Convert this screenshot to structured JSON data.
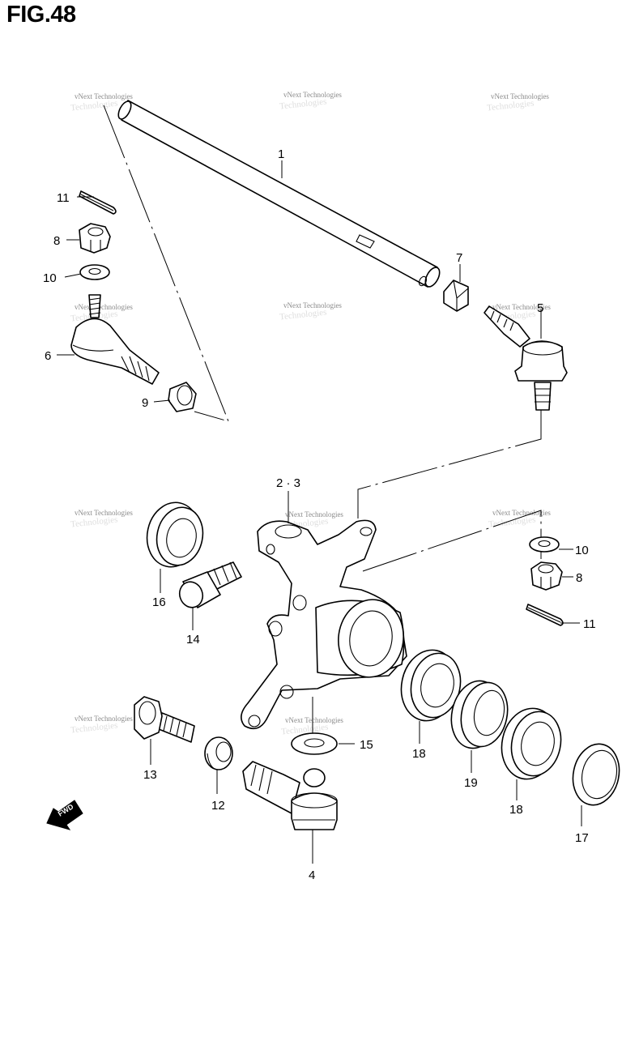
{
  "figure": {
    "title": "FIG.48"
  },
  "watermark": {
    "text": "vNext Technologies"
  },
  "direction_marker": {
    "label": "FWD",
    "icon": "fwd-arrow-icon"
  },
  "callouts": [
    {
      "id": "c1",
      "label": "1"
    },
    {
      "id": "c23",
      "label": "2 · 3"
    },
    {
      "id": "c4",
      "label": "4"
    },
    {
      "id": "c5",
      "label": "5"
    },
    {
      "id": "c6",
      "label": "6"
    },
    {
      "id": "c7",
      "label": "7"
    },
    {
      "id": "c8a",
      "label": "8"
    },
    {
      "id": "c8b",
      "label": "8"
    },
    {
      "id": "c9",
      "label": "9"
    },
    {
      "id": "c10a",
      "label": "10"
    },
    {
      "id": "c10b",
      "label": "10"
    },
    {
      "id": "c11a",
      "label": "11"
    },
    {
      "id": "c11b",
      "label": "11"
    },
    {
      "id": "c12",
      "label": "12"
    },
    {
      "id": "c13",
      "label": "13"
    },
    {
      "id": "c14",
      "label": "14"
    },
    {
      "id": "c15",
      "label": "15"
    },
    {
      "id": "c16",
      "label": "16"
    },
    {
      "id": "c17",
      "label": "17"
    },
    {
      "id": "c18a",
      "label": "18"
    },
    {
      "id": "c18b",
      "label": "18"
    },
    {
      "id": "c19",
      "label": "19"
    }
  ]
}
